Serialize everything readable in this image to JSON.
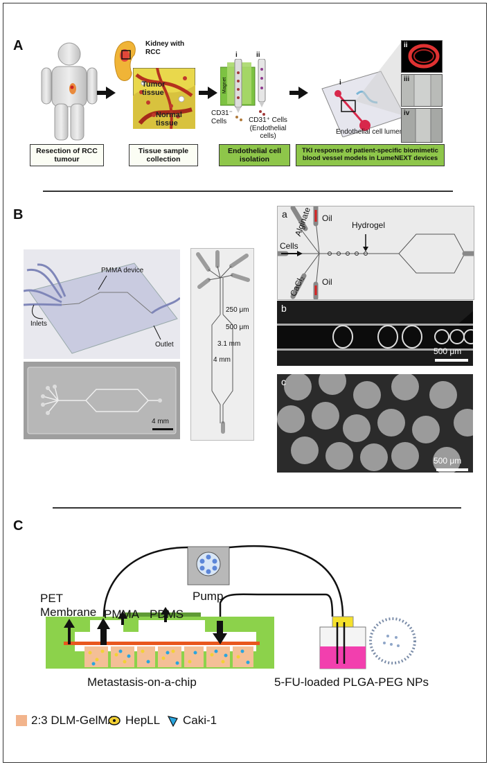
{
  "panels": {
    "a": "A",
    "b": "B",
    "c": "C"
  },
  "panel_a": {
    "kidney_label": "Kidney with RCC",
    "tumor_label": "Tumor tissue",
    "normal_label": "Normal tissue",
    "magnet_label": "Magnet",
    "cd31_neg": "CD31⁻ Cells",
    "cd31_pos": "CD31⁺ Cells (Endothelial cells)",
    "lumen_label": "Endothelial cell lumen",
    "roman": [
      "i",
      "ii",
      "i",
      "ii",
      "iii",
      "iv"
    ],
    "steps": [
      "Resection of RCC tumour",
      "Tissue sample collection",
      "Endothelial cell isolation",
      "TKI response of patient-specific biomimetic blood vessel models in LumeNEXT devices"
    ]
  },
  "panel_b": {
    "pmma_device": "PMMA device",
    "inlets": "Inlets",
    "outlet": "Outlet",
    "scale_4mm": "4 mm",
    "dim_250": "250 μm",
    "dim_500": "500 μm",
    "dim_31": "3.1 mm",
    "dim_4": "4 mm",
    "sub_a": "a",
    "sub_b": "b",
    "sub_c": "c",
    "alginate": "Alginate",
    "oil_top": "Oil",
    "oil_bottom": "Oil",
    "hydrogel": "Hydrogel",
    "cells": "Cells",
    "cacl2": "CaCl₂",
    "scale_b": "500 μm",
    "scale_c": "500 μm"
  },
  "panel_c": {
    "pump": "Pump",
    "pet_membrane": "PET Membrane",
    "pmma": "PMMA",
    "pdms": "PDMS",
    "chip_label": "Metastasis-on-a-chip",
    "reservoir_label": "5-FU-loaded PLGA-PEG NPs",
    "legend": [
      {
        "label": "2:3 DLM-GelMA",
        "icon": "square-swatch-icon",
        "color": "#f2b48c"
      },
      {
        "label": "HepLL",
        "icon": "hepll-cell-icon",
        "color": "#f3d135"
      },
      {
        "label": "Caki-1",
        "icon": "caki-cell-icon",
        "color": "#2aa5de"
      }
    ]
  }
}
